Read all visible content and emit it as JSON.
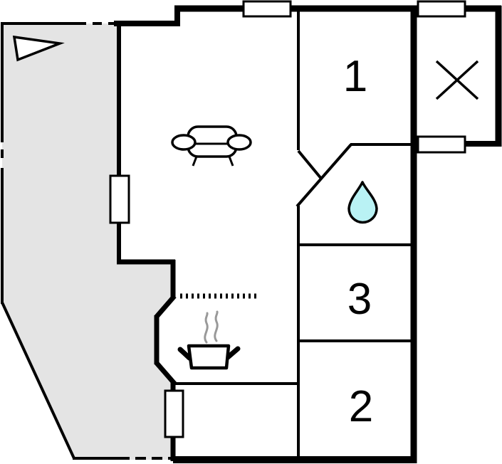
{
  "floorplan": {
    "rooms": [
      {
        "id": "room-1",
        "label": "1"
      },
      {
        "id": "room-3",
        "label": "3"
      },
      {
        "id": "room-2",
        "label": "2"
      }
    ],
    "icons": {
      "direction_arrow": "direction-arrow-icon",
      "sofa": "sofa-icon",
      "stove_pot": "stove-pot-icon",
      "steam": "steam-icon",
      "water_drop": "water-drop-icon",
      "crossed_room": "crossed-room-icon"
    },
    "colors": {
      "wall": "#000000",
      "terrace_fill": "#e4e4e4",
      "water_drop_fill": "#b9f2f4",
      "steam": "#999999",
      "window_fill": "#ffffff",
      "background": "#ffffff"
    }
  }
}
